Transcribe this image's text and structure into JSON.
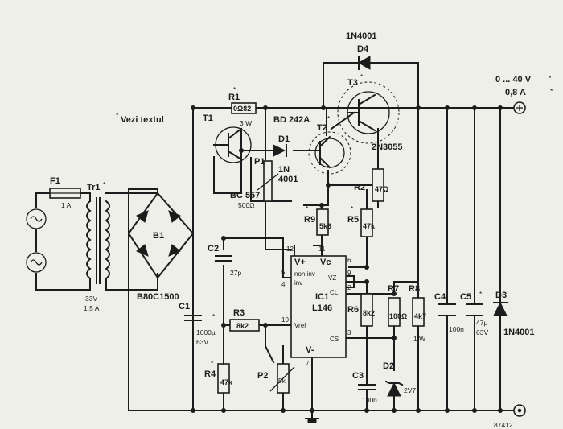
{
  "note": "Vezi textul",
  "output": {
    "range": "0 ... 40 V",
    "current": "0,8 A"
  },
  "fuse": {
    "ref": "F1",
    "value": "1 A"
  },
  "transformer": {
    "ref": "Tr1",
    "voltage": "33V",
    "current": "1,5 A"
  },
  "bridge": {
    "ref": "B1",
    "part": "B80C1500"
  },
  "c1": {
    "ref": "C1",
    "value": "1000µ",
    "voltage": "63V"
  },
  "c2": {
    "ref": "C2",
    "value": "27p"
  },
  "c3": {
    "ref": "C3",
    "value": "100n"
  },
  "c4": {
    "ref": "C4",
    "value": "100n"
  },
  "c5": {
    "ref": "C5",
    "value": "47µ",
    "voltage": "63V"
  },
  "r1": {
    "ref": "R1",
    "value": "0Ω82",
    "power": "3 W"
  },
  "r2": {
    "ref": "R2",
    "value": "47Ω"
  },
  "r3": {
    "ref": "R3",
    "value": "8k2"
  },
  "r4": {
    "ref": "R4",
    "value": "47k"
  },
  "r5": {
    "ref": "R5",
    "value": "47k"
  },
  "r6": {
    "ref": "R6",
    "value": "8k2"
  },
  "r7": {
    "ref": "R7",
    "value": "100Ω"
  },
  "r8": {
    "ref": "R8",
    "value": "4k7",
    "power": "1 W"
  },
  "r9": {
    "ref": "R9",
    "value": "5k6"
  },
  "p1": {
    "ref": "P1",
    "value": "500Ω"
  },
  "p2": {
    "ref": "P2",
    "value": "5k"
  },
  "t1": {
    "ref": "T1",
    "part": "BC 557"
  },
  "t2": {
    "ref": "T2",
    "part": "BD 242A"
  },
  "t3": {
    "ref": "T3",
    "part": "2N3055"
  },
  "d1": {
    "ref": "D1",
    "part_line1": "1N",
    "part_line2": "4001"
  },
  "d2": {
    "ref": "D2",
    "value": "2V7"
  },
  "d3": {
    "ref": "D3",
    "part": "1N4001"
  },
  "d4": {
    "ref": "D4",
    "part": "1N4001"
  },
  "ic": {
    "ref": "IC1",
    "part": "L146",
    "pins": {
      "vplus": "V+",
      "vc": "Vc",
      "noninv": "non inv",
      "inv": "inv",
      "vref": "Vref",
      "vz": "VZ",
      "cl": "CL",
      "cs": "CS",
      "vminus": "V-",
      "p12": "12",
      "p11": "11",
      "p6": "6",
      "p9": "9",
      "p2": "2",
      "p5": "5",
      "p4": "4",
      "p10": "10",
      "p3": "3",
      "p7": "7"
    }
  },
  "figure_number": "87412"
}
